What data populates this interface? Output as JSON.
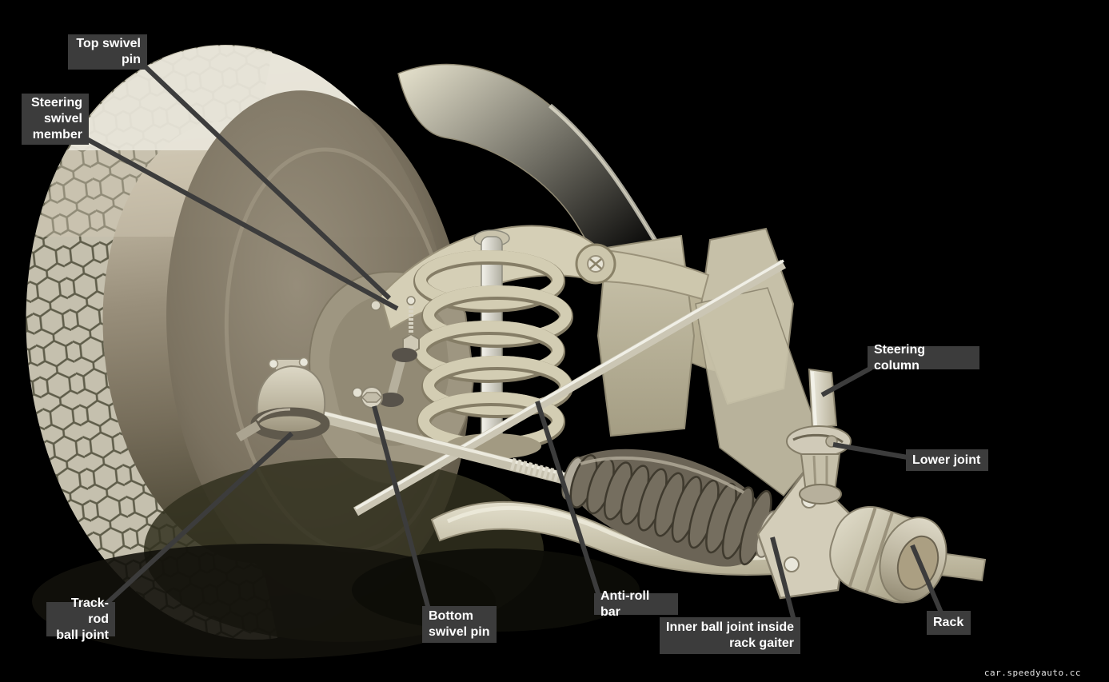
{
  "diagram": {
    "description": "Front suspension and rack-and-pinion steering cutaway diagram",
    "colors": {
      "background": "#000000",
      "label_bg": "#3c3c3c",
      "label_text": "#ffffff",
      "leader_line": "#3c3c3c",
      "illustration_cream": "#d5cfb6",
      "tire_dark": "#4c4735",
      "gaiter_dark": "#6b6456"
    },
    "labels": {
      "top_swivel_pin": "Top swivel\npin",
      "steering_swivel_member": "Steering\nswivel\nmember",
      "steering_column": "Steering column",
      "lower_joint": "Lower joint",
      "track_rod_ball_joint": "Track-rod\nball joint",
      "bottom_swivel_pin": "Bottom\nswivel pin",
      "anti_roll_bar": "Anti-roll bar",
      "inner_ball_joint": "Inner ball joint inside\nrack gaiter",
      "rack": "Rack"
    },
    "watermark": "car.speedyauto.cc"
  }
}
